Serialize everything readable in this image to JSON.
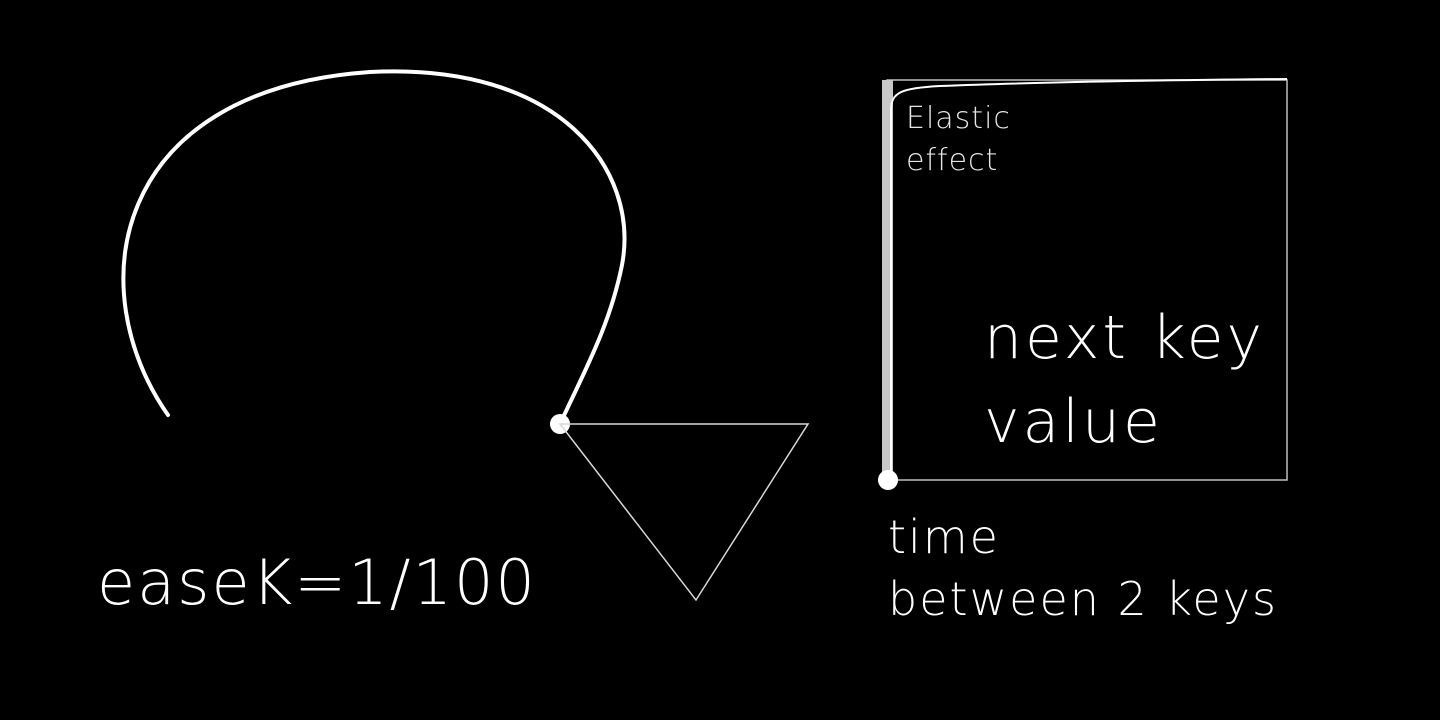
{
  "labels": {
    "ease": "easeK=1/100",
    "elastic_line1": "Elastic",
    "elastic_line2": "effect",
    "next_key_line1": "next key",
    "next_key_line2": "value",
    "time_line1": "time",
    "time_line2": "between 2 keys"
  },
  "colors": {
    "background": "#000000",
    "foreground": "#ffffff",
    "box_stroke": "#bfbfbf",
    "axis_bar": "#c8c8c8"
  }
}
